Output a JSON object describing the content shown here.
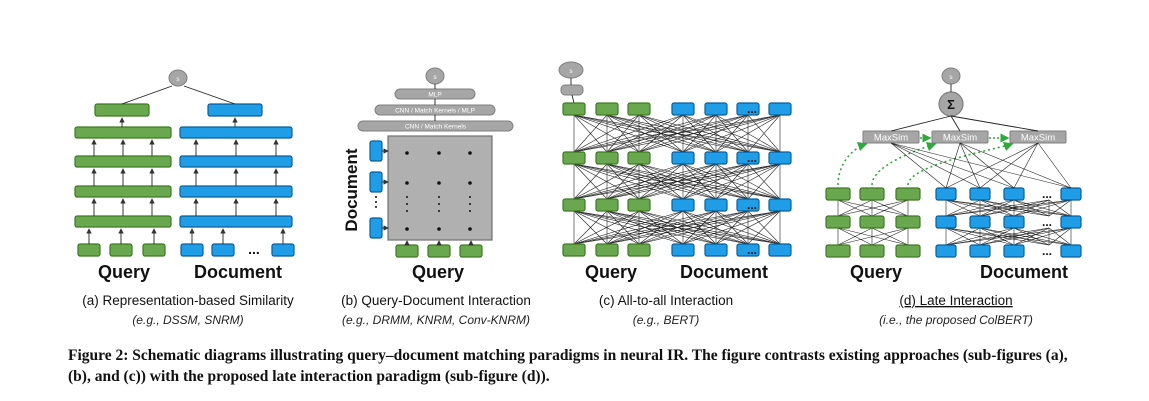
{
  "colors": {
    "query": "#6aa84f",
    "query_stroke": "#3d7a22",
    "doc": "#1f9de6",
    "doc_stroke": "#0b5f99",
    "gray": "#a6a6a6",
    "gray_stroke": "#7f7f7f",
    "dotted_green": "#2eaa3a"
  },
  "panel_a": {
    "score": "s",
    "query_label": "Query",
    "doc_label": "Document",
    "ellipsis": "...",
    "title": "(a) Representation-based Similarity",
    "examples": "(e.g., DSSM, SNRM)"
  },
  "panel_b": {
    "score": "s",
    "layers": [
      "MLP",
      "CNN / Match Kernels / MLP",
      "CNN / Match Kernels"
    ],
    "doc_axis_label": "Document",
    "query_label": "Query",
    "title": "(b) Query-Document Interaction",
    "examples": "(e.g., DRMM, KNRM, Conv-KNRM)"
  },
  "panel_c": {
    "score": "s",
    "query_label": "Query",
    "doc_label": "Document",
    "ellipsis": "...",
    "title": "(c) All-to-all Interaction",
    "examples": "(e.g., BERT)"
  },
  "panel_d": {
    "score": "s",
    "sum_symbol": "Σ",
    "maxsim_label": "MaxSim",
    "query_label": "Query",
    "doc_label": "Document",
    "ellipsis": "...",
    "title": "(d) Late Interaction",
    "examples": "(i.e., the proposed ColBERT)"
  },
  "caption": "Figure 2: Schematic diagrams illustrating query–document matching paradigms in neural IR. The figure contrasts existing approaches (sub-figures (a), (b), and (c)) with the proposed late interaction paradigm (sub-figure (d))."
}
